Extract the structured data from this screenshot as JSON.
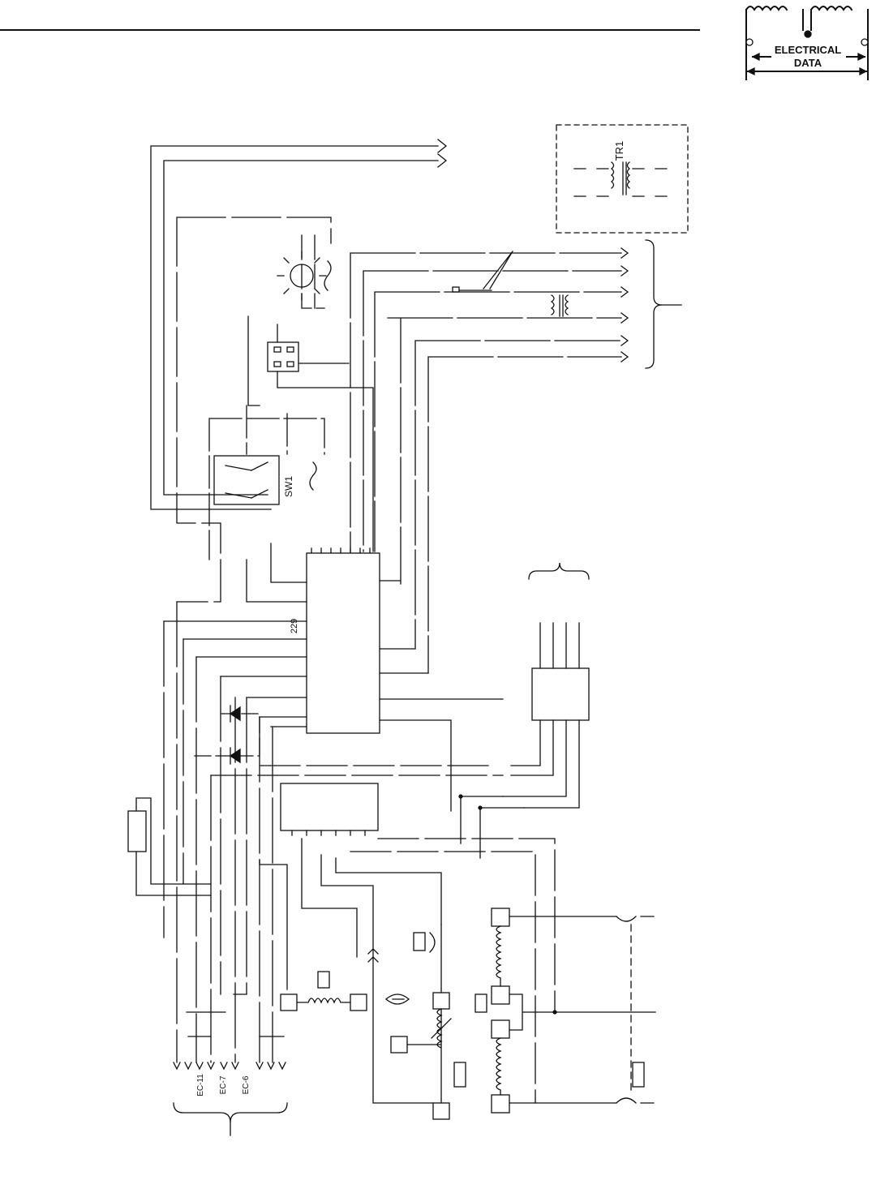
{
  "header": {
    "section_tab": {
      "line1": "ELECTRICAL",
      "line2": "DATA"
    }
  },
  "components": {
    "transformer": "TR1",
    "switch": "SW1",
    "pin": "229"
  },
  "connectors": {
    "bottom_left": [
      "EC-11",
      "EC-7",
      "EC-6"
    ]
  },
  "colors": {
    "ink": "#111111",
    "background": "#ffffff"
  }
}
